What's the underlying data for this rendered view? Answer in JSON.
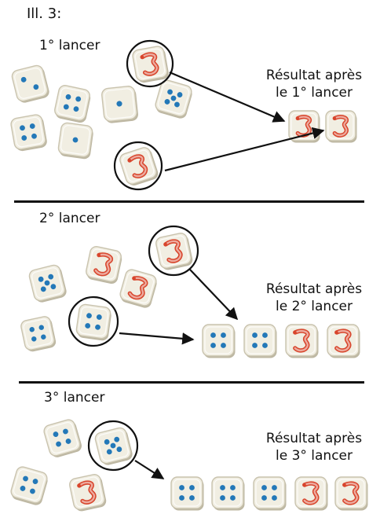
{
  "title": "Ill. 3:",
  "sections": [
    {
      "label": "1° lancer",
      "result_line1": "Résultat après",
      "result_line2": "le 1° lancer"
    },
    {
      "label": "2° lancer",
      "result_line1": "Résultat après",
      "result_line2": "le 2° lancer"
    },
    {
      "label": "3° lancer",
      "result_line1": "Résultat après",
      "result_line2": "le 3° lancer"
    }
  ],
  "colors": {
    "pip": "#2378b8",
    "worm": "#d8452c",
    "die_face": "#f1eee2",
    "die_edge": "#c9c3ae",
    "ink": "#111111"
  },
  "dice": {
    "throw1_rolled": [
      "2",
      "4",
      "1",
      "5",
      "4",
      "1",
      "worm",
      "worm"
    ],
    "throw1_kept": [
      "worm",
      "worm"
    ],
    "throw2_rolled": [
      "5",
      "worm",
      "worm",
      "4",
      "worm",
      "4"
    ],
    "throw2_result": [
      "4",
      "4",
      "worm",
      "worm"
    ],
    "throw3_rolled": [
      "4",
      "5",
      "4",
      "worm"
    ],
    "throw3_result": [
      "4",
      "4",
      "4",
      "worm",
      "worm"
    ]
  }
}
